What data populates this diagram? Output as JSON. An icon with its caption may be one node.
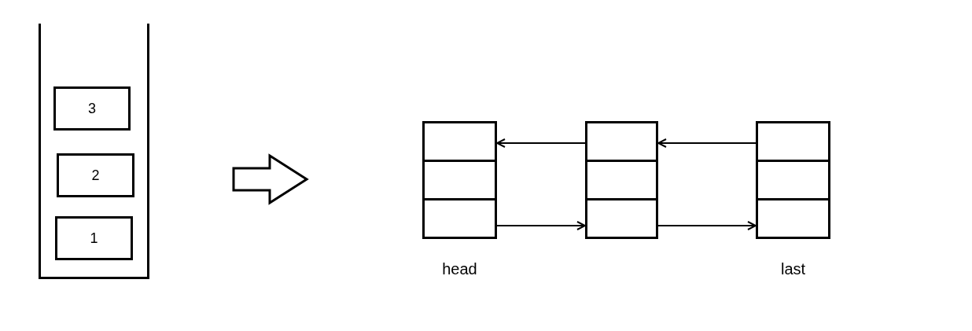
{
  "diagram": {
    "nodes": [
      {
        "text": [],
        "shape": "box"
      },
      {
        "text": [
          "3"
        ],
        "in": 0
      },
      {
        "text": [
          "2"
        ],
        "in": 0
      },
      {
        "text": [
          "1"
        ],
        "in": 0
      },
      {
        "text": [],
        "shape": "box",
        "beside": [
          "head"
        ]
      },
      {
        "text": [],
        "shape": "box"
      },
      {
        "text": [],
        "shape": "box",
        "beside": [
          "last"
        ]
      }
    ],
    "edges": [
      {
        "from": 5,
        "to": 4,
        "arrow": "to"
      },
      {
        "from": 4,
        "to": 5,
        "arrow": "to"
      },
      {
        "from": 6,
        "to": 5,
        "arrow": "to"
      },
      {
        "from": 5,
        "to": 6,
        "arrow": "to"
      }
    ]
  }
}
